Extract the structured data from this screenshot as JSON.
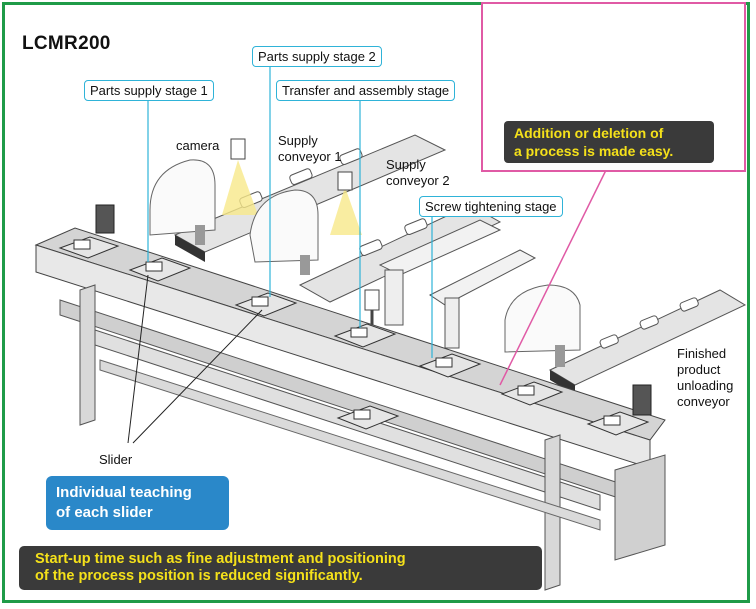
{
  "title": "LCMR200",
  "callouts": {
    "parts_supply_1": "Parts supply stage 1",
    "parts_supply_2": "Parts supply stage 2",
    "transfer_assembly": "Transfer and assembly stage",
    "screw_tightening": "Screw tightening stage"
  },
  "labels": {
    "camera": "camera",
    "supply_conveyor_1_l1": "Supply",
    "supply_conveyor_1_l2": "conveyor 1",
    "supply_conveyor_2_l1": "Supply",
    "supply_conveyor_2_l2": "conveyor 2",
    "finished_l1": "Finished",
    "finished_l2": "product",
    "finished_l3": "unloading",
    "finished_l4": "conveyor",
    "slider": "Slider"
  },
  "inset": {
    "line1": "Addition or deletion of",
    "line2": "a process is made easy."
  },
  "teaching": {
    "line1": "Individual teaching",
    "line2": "of each slider"
  },
  "startup": {
    "line1": "Start-up time such as fine adjustment and positioning",
    "line2": "of the process position is reduced significantly."
  },
  "colors": {
    "frame": "#1f9b48",
    "callout_border": "#2fb3d8",
    "inset_border": "#e05aa5",
    "arrow": "#f08a3c",
    "message_text": "#f5e11a",
    "teaching_bg": "#2a88c9"
  }
}
